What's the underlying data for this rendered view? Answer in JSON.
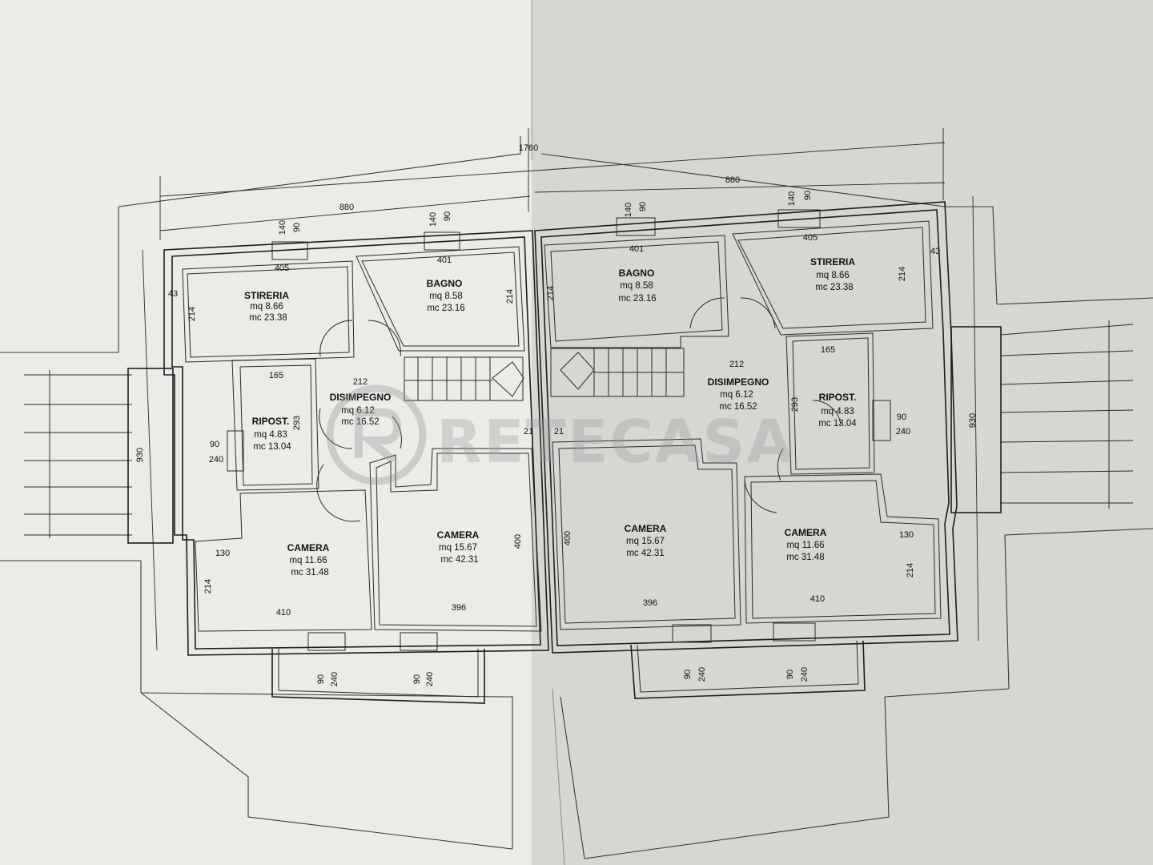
{
  "sheet": {
    "left_color": "#ecebe8",
    "right_color": "#d7d6d3",
    "line_color": "#1d1d1d"
  },
  "watermark": {
    "text": "RETECASA",
    "icon": "retecasa-logo-icon"
  },
  "dimensions": {
    "total_width": "1760",
    "left_width": "880",
    "right_width": "880",
    "depth_left": "930",
    "depth_right": "930"
  },
  "left_unit": {
    "rooms": [
      {
        "id": "stireria",
        "name": "STIRERIA",
        "mq": "mq 8.66",
        "mc": "mc 23.38"
      },
      {
        "id": "bagno",
        "name": "BAGNO",
        "mq": "mq  8.58",
        "mc": "mc 23.16"
      },
      {
        "id": "disimpegno",
        "name": "DISIMPEGNO",
        "mq": "mq 6.12",
        "mc": "mc 16.52"
      },
      {
        "id": "ripost",
        "name": "RIPOST.",
        "mq": "mq 4.83",
        "mc": "mc 13.04"
      },
      {
        "id": "camera-small",
        "name": "CAMERA",
        "mq": "mq 11.66",
        "mc": "mc 31.48"
      },
      {
        "id": "camera-large",
        "name": "CAMERA",
        "mq": "mq 15.67",
        "mc": "mc 42.31"
      }
    ],
    "dims": {
      "stireria_w": "405",
      "bagno_w": "401",
      "stireria_h": "214",
      "bagno_h": "214",
      "wall_43": "43",
      "disimpegno_w": "212",
      "ripost_w": "165",
      "ripost_h": "293",
      "camera_small_w": "410",
      "camera_small_h": "214",
      "camera_small_130": "130",
      "camera_large_w": "396",
      "camera_large_h": "400",
      "stair_21": "21"
    },
    "windows": [
      {
        "w": "140",
        "h": "90"
      },
      {
        "w": "140",
        "h": "90"
      },
      {
        "w": "90",
        "h": "240"
      },
      {
        "w": "90",
        "h": "240"
      },
      {
        "w": "90",
        "h": "240"
      }
    ]
  },
  "right_unit": {
    "rooms": [
      {
        "id": "bagno",
        "name": "BAGNO",
        "mq": "mq  8.58",
        "mc": "mc 23.16"
      },
      {
        "id": "stireria",
        "name": "STIRERIA",
        "mq": "mq 8.66",
        "mc": "mc 23.38"
      },
      {
        "id": "disimpegno",
        "name": "DISIMPEGNO",
        "mq": "mq 6.12",
        "mc": "mc 16.52"
      },
      {
        "id": "ripost",
        "name": "RIPOST.",
        "mq": "mq 4.83",
        "mc": "mc 13.04"
      },
      {
        "id": "camera-large",
        "name": "CAMERA",
        "mq": "mq 15.67",
        "mc": "mc 42.31"
      },
      {
        "id": "camera-small",
        "name": "CAMERA",
        "mq": "mq 11.66",
        "mc": "mc 31.48"
      }
    ],
    "dims": {
      "bagno_w": "401",
      "stireria_w": "405",
      "bagno_h": "214",
      "stireria_h": "214",
      "wall_43": "43",
      "disimpegno_w": "212",
      "ripost_w": "165",
      "ripost_h": "293",
      "camera_large_w": "396",
      "camera_large_h": "400",
      "camera_small_w": "410",
      "camera_small_h": "214",
      "camera_small_130": "130",
      "stair_21": "21"
    },
    "windows": [
      {
        "w": "140",
        "h": "90"
      },
      {
        "w": "140",
        "h": "90"
      },
      {
        "w": "90",
        "h": "240"
      },
      {
        "w": "90",
        "h": "240"
      },
      {
        "w": "90",
        "h": "240"
      }
    ]
  }
}
